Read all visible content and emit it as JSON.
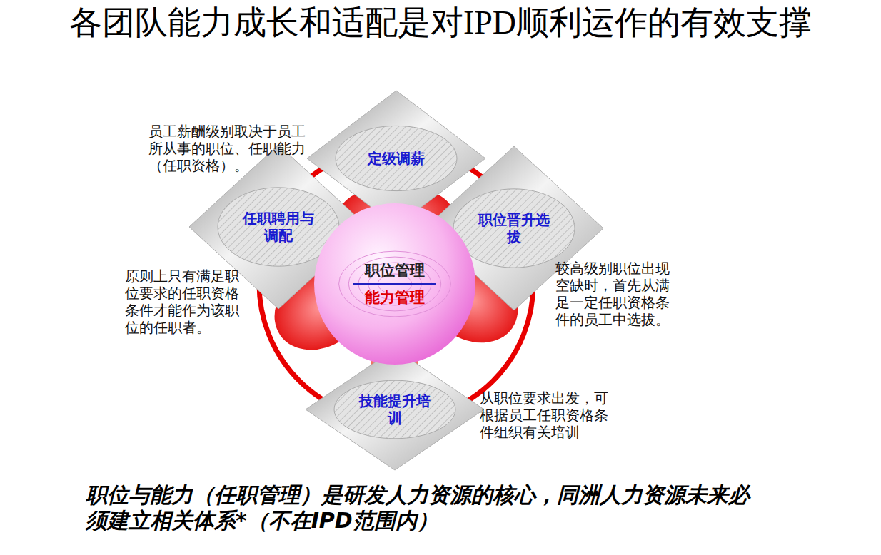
{
  "diagram": {
    "title": "各团队能力成长和适配是对IPD顺利运作的有效支撑",
    "caption": "职位与能力（任职管理）是研发人力资源的核心，同洲人力资源未来必须建立相关体系*（不在IPD范围内）",
    "nodes": [
      {
        "text": [
          "定级调薪"
        ]
      },
      {
        "text": [
          "任职聘用与调配"
        ]
      },
      {
        "text": [
          "职位晋升选拔"
        ]
      },
      {
        "text": [
          "职位管理",
          "能力管理"
        ]
      },
      {
        "text": [
          "技能提升培训"
        ]
      }
    ],
    "labels": [
      "员工薪酬级别取决于员工所从事的职位、任职能力（任职资格）。",
      "原则上只有满足职位要求的任职资格条件才能作为该职位的任职者。",
      "较高级别职位出现空缺时，首先从满足一定任职资格条件的员工中选拔。",
      "从职位要求出发，可根据员工任职资格条件组织有关培训"
    ]
  }
}
